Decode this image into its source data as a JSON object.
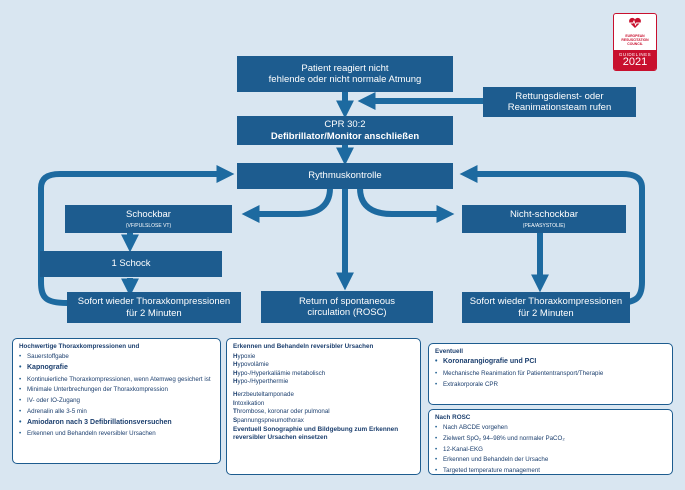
{
  "logo": {
    "org_lines": [
      "EUROPEAN",
      "RESUSCITATION",
      "COUNCIL"
    ],
    "guidelines": "GUIDELINES",
    "year": "2021",
    "color": "#c8102e"
  },
  "colors": {
    "box": "#1d5c8f",
    "background": "#d9e6f1",
    "arrow": "#1d6aa0"
  },
  "flow": {
    "patient": {
      "line1": "Patient reagiert nicht",
      "line2": "fehlende oder nicht normale Atmung"
    },
    "call": {
      "line1": "Rettungsdienst- oder",
      "line2": "Reanimationsteam rufen"
    },
    "cpr": {
      "line1": "CPR 30:2",
      "line2": "Defibrillator/Monitor anschließen"
    },
    "rhythm": "Rythmuskontrolle",
    "shockable": {
      "title": "Schockbar",
      "sub": "(VF/PULSLOSE VT)"
    },
    "nonshockable": {
      "title": "Nicht-schockbar",
      "sub": "(PEA/ASYSTOLIE)"
    },
    "shock": "1 Schock",
    "resume_left": {
      "line1": "Sofort wieder Thoraxkompressionen",
      "line2": "für 2 Minuten"
    },
    "rosc": {
      "line1": "Return of spontaneous",
      "line2": "circulation (ROSC)"
    },
    "resume_right": {
      "line1": "Sofort wieder Thoraxkompressionen",
      "line2": "für 2 Minuten"
    }
  },
  "panel_left": {
    "title": "Hochwertige Thoraxkompressionen und",
    "items": [
      {
        "text": "Sauerstoffgabe",
        "bold": false
      },
      {
        "text": "Kapnografie",
        "bold": true
      },
      {
        "text": "Kontinuierliche Thoraxkompressionen, wenn Atemweg gesichert ist",
        "bold": false
      },
      {
        "text": "Minimale Unterbrechungen der Thoraxkompression",
        "bold": false
      },
      {
        "text": "IV- oder IO-Zugang",
        "bold": false
      },
      {
        "text": "Adrenalin alle 3-5 min",
        "bold": false
      },
      {
        "text": "Amiodaron nach 3 Defibrillationsversuchen",
        "bold": true
      },
      {
        "text": "Erkennen und Behandeln reversibler Ursachen",
        "bold": false
      }
    ]
  },
  "panel_mid": {
    "title": "Erkennen und Behandeln reversibler Ursachen",
    "h_items": [
      {
        "initial": "H",
        "rest": "ypoxie"
      },
      {
        "initial": "H",
        "rest": "ypovolämie"
      },
      {
        "initial": "H",
        "rest": "ypo-/Hyperkaliämie metabolisch"
      },
      {
        "initial": "H",
        "rest": "ypo-/Hyperthermie"
      }
    ],
    "t_items": [
      {
        "initial": "H",
        "rest": "erzbeuteltamponade"
      },
      {
        "initial": "I",
        "rest": "ntoxikation"
      },
      {
        "initial": "T",
        "rest": "hrombose, koronar oder pulmonal"
      },
      {
        "initial": "S",
        "rest": "pannungspneumothorax"
      }
    ],
    "note": "Eventuell Sonographie und Bildgebung zum Erkennen reversibler Ursachen einsetzen"
  },
  "panel_right_top": {
    "title": "Eventuell",
    "items": [
      {
        "text": "Koronarangiografie und PCI",
        "bold": true
      },
      {
        "text": "Mechanische Reanimation für Patiententransport/Therapie",
        "bold": false
      },
      {
        "text": "Extrakorporale CPR",
        "bold": false
      }
    ]
  },
  "panel_right_bottom": {
    "title": "Nach ROSC",
    "items": [
      {
        "text": "Nach ABCDE vorgehen"
      },
      {
        "text": "Zielwert SpO₂ 94–98% und normaler PaCO₂"
      },
      {
        "text": "12-Kanal-EKG"
      },
      {
        "text": "Erkennen und Behandeln der Ursache"
      },
      {
        "text": "Targeted temperature management"
      }
    ]
  }
}
